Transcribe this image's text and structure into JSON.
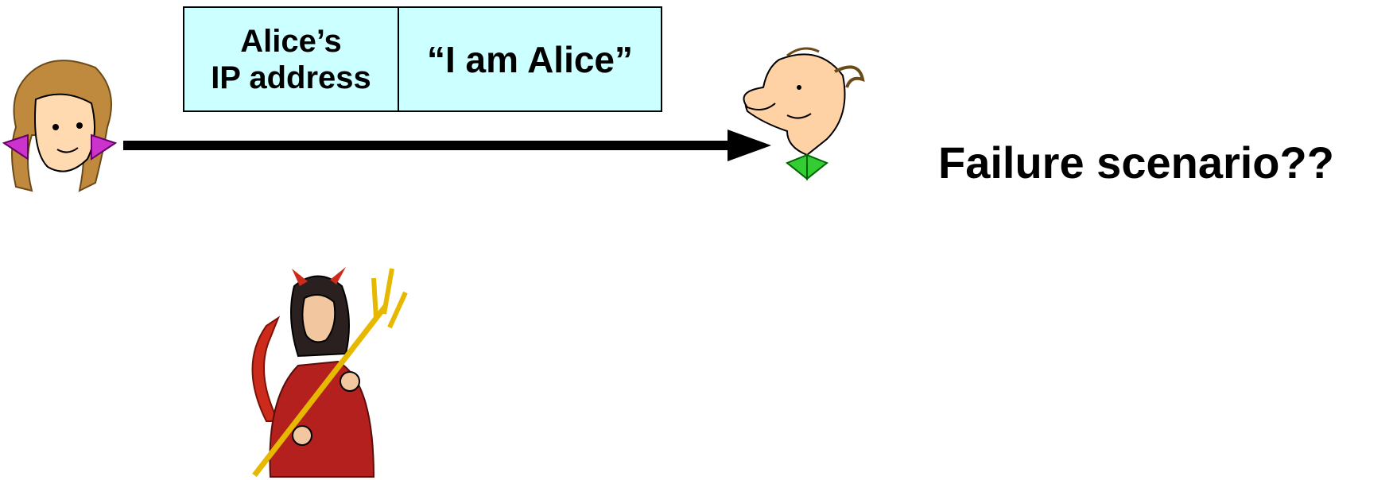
{
  "packet": {
    "source_label_line1": "Alice’s",
    "source_label_line2": "IP address",
    "message": "“I am Alice”"
  },
  "question": "Failure scenario??",
  "colors": {
    "packet_fill": "#ccffff",
    "arrow": "#000000",
    "devil_red": "#b3201d",
    "pitchfork": "#e6b800"
  },
  "icons": {
    "sender": "alice-icon",
    "receiver": "bob-icon",
    "attacker": "trudy-devil-icon"
  }
}
